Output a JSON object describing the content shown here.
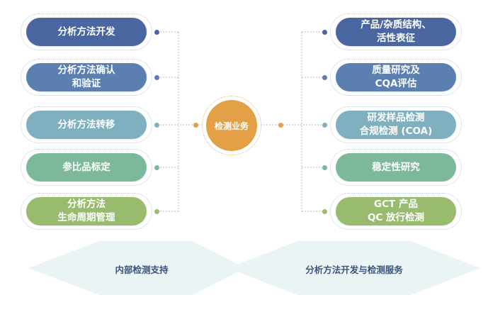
{
  "center": {
    "label": "检测业务"
  },
  "left_items": [
    {
      "label": "分析方法开发",
      "color": "#4a66a0"
    },
    {
      "label": "分析方法确认\n和验证",
      "color": "#5a7fb0"
    },
    {
      "label": "分析方法转移",
      "color": "#7fb0bf"
    },
    {
      "label": "参比品标定",
      "color": "#7cb89a"
    },
    {
      "label": "分析方法\n生命周期管理",
      "color": "#99bb6e"
    }
  ],
  "right_items": [
    {
      "label": "产品/杂质结构、\n活性表征",
      "color": "#4a66a0"
    },
    {
      "label": "质量研究及\nCQA评估",
      "color": "#5a7fb0"
    },
    {
      "label": "研发样品检测\n合规检测 (COA)",
      "color": "#7fb0bf"
    },
    {
      "label": "稳定性研究",
      "color": "#7cb89a"
    },
    {
      "label": "GCT 产品\nQC 放行检测",
      "color": "#99bb6e"
    }
  ],
  "banners": {
    "left": "内部检测支持",
    "right": "分析方法开发与检测服务"
  },
  "colors": {
    "center": "#e3a047",
    "connector": "#b7b7b7",
    "banner_fill": "#eaf4f4"
  }
}
